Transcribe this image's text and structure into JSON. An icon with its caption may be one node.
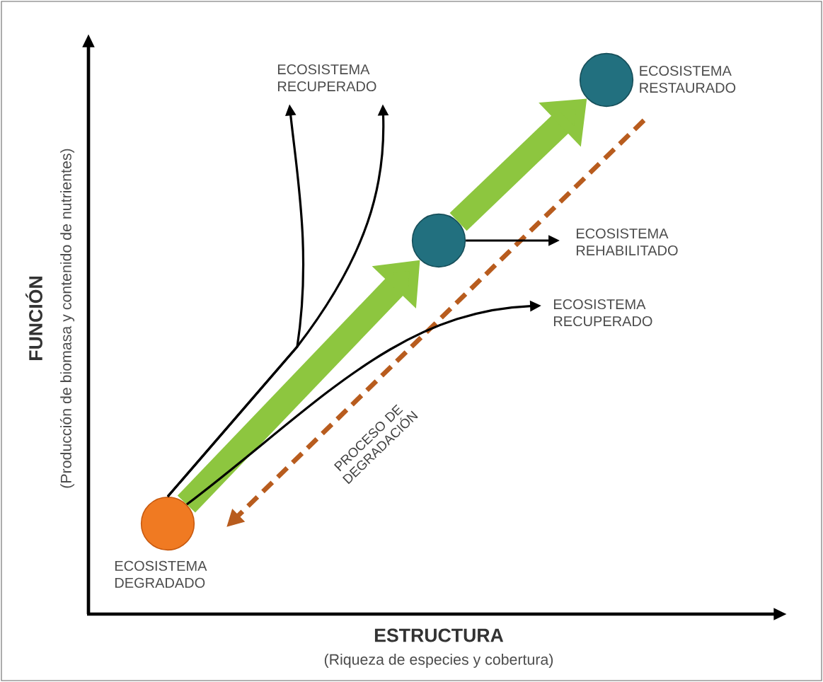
{
  "diagram": {
    "nodes": [
      {
        "text": [],
        "shape": "circle",
        "beside": [
          "ECOSISTEMA DEGRADADO"
        ]
      },
      {
        "text": [],
        "shape": "circle"
      },
      {
        "text": [],
        "shape": "circle",
        "beside": [
          "ECOSISTEMA RESTAURADO"
        ]
      },
      {
        "text": [
          "ECOSISTEMA RECUPERADO"
        ]
      },
      {
        "text": [
          "ECOSISTEMA REHABILITADO"
        ]
      },
      {
        "text": [
          "ECOSISTEMA RECUPERADO"
        ]
      }
    ],
    "edges": [
      {
        "from": 0,
        "to": 1,
        "arrow": "to",
        "style": "thick",
        "color": "#8dc63f"
      },
      {
        "from": 1,
        "to": 2,
        "arrow": "to",
        "style": "thick",
        "color": "#8dc63f"
      },
      {
        "from": 2,
        "to": 0,
        "arrow": "to",
        "style": "dashed",
        "color": "#b85c1e",
        "label": "PROCESO DE DEGRADACIÓN"
      },
      {
        "from": 0,
        "to": 3,
        "arrow": "to"
      },
      {
        "from": 0,
        "to": 3,
        "arrow": "to"
      },
      {
        "from": 0,
        "to": 5,
        "arrow": "to"
      },
      {
        "from": 1,
        "to": 4,
        "arrow": "to"
      }
    ],
    "labels": [
      "FUNCIÓN",
      "(Producción de biomasa y contenido de nutrientes)",
      "ESTRUCTURA",
      "(Riqueza de especies y cobertura)"
    ]
  }
}
